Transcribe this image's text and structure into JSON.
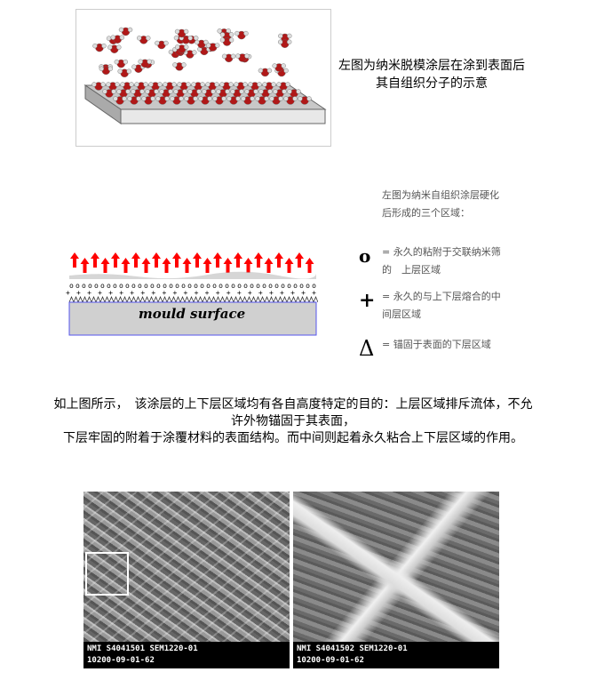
{
  "figure1": {
    "caption": "左图为纳米脱模涂层在涂到表面后其自组织分子的示意"
  },
  "figure2": {
    "surface_label": "mould surface"
  },
  "legend": {
    "intro": "左图为纳米自组织涂层硬化后形成的三个区域：",
    "items": [
      {
        "symbol": "o",
        "text": "= 永久的粘附于交联纳米筛的　上层区域"
      },
      {
        "symbol": "+",
        "text": "= 永久的与上下层熔合的中间层区域"
      },
      {
        "symbol": "Δ",
        "text": "= 锚固于表面的下层区域"
      }
    ]
  },
  "paragraph": {
    "line1": "如上图所示，　该涂层的上下层区域均有各自高度特定的目的：上层区域排斥流体，不允许外物锚固于其表面，",
    "line2": "下层牢固的附着于涂覆材料的表面结构。而中间则起着永久粘合上下层区域的作用。"
  },
  "sem_images": [
    {
      "label1": "NMI  S4041501  SEM1220-01",
      "label2": "10200-09-01-62"
    },
    {
      "label1": "NMI  S4041502  SEM1220-01",
      "label2": "10200-09-01-62"
    }
  ],
  "colors": {
    "molecule_red": "#b01818",
    "arrow_red": "#ff0000",
    "surface_gray": "#d0d0d0",
    "surface_border": "#5555ee"
  }
}
